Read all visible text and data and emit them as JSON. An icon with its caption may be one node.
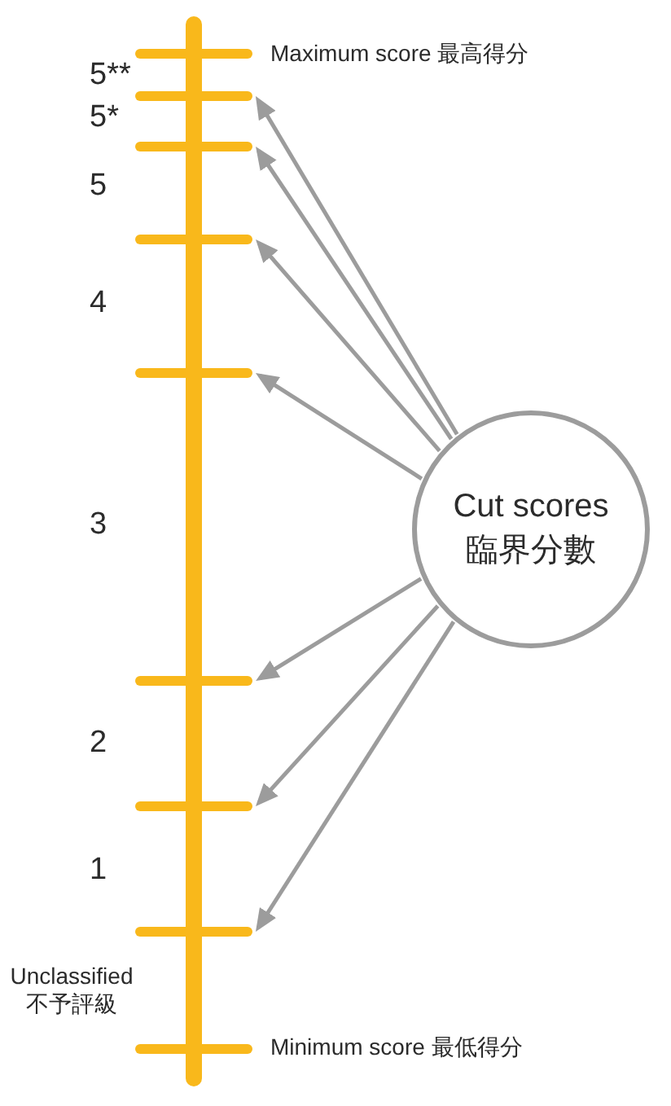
{
  "diagram": {
    "nodes": [
      {
        "text": [
          "Cut scores 臨界分數"
        ]
      },
      {
        "text": [],
        "shape": "bar"
      },
      {
        "text": [],
        "shape": "bar"
      },
      {
        "text": [],
        "shape": "bar"
      },
      {
        "text": [],
        "shape": "bar"
      },
      {
        "text": [],
        "shape": "bar"
      },
      {
        "text": [],
        "shape": "bar"
      },
      {
        "text": [],
        "shape": "bar"
      }
    ],
    "edges": [
      {
        "from": 0,
        "to": 1,
        "arrow": "to"
      },
      {
        "from": 0,
        "to": 2,
        "arrow": "to"
      },
      {
        "from": 0,
        "to": 3,
        "arrow": "to"
      },
      {
        "from": 0,
        "to": 4,
        "arrow": "to"
      },
      {
        "from": 0,
        "to": 5,
        "arrow": "to"
      },
      {
        "from": 0,
        "to": 6,
        "arrow": "to"
      },
      {
        "from": 0,
        "to": 7,
        "arrow": "to"
      }
    ],
    "labels": [
      "Maximum score 最高得分",
      "5**",
      "5*",
      "5",
      "4",
      "3",
      "2",
      "1",
      "Unclassified 不予評級",
      "Minimum score 最低得分"
    ]
  }
}
